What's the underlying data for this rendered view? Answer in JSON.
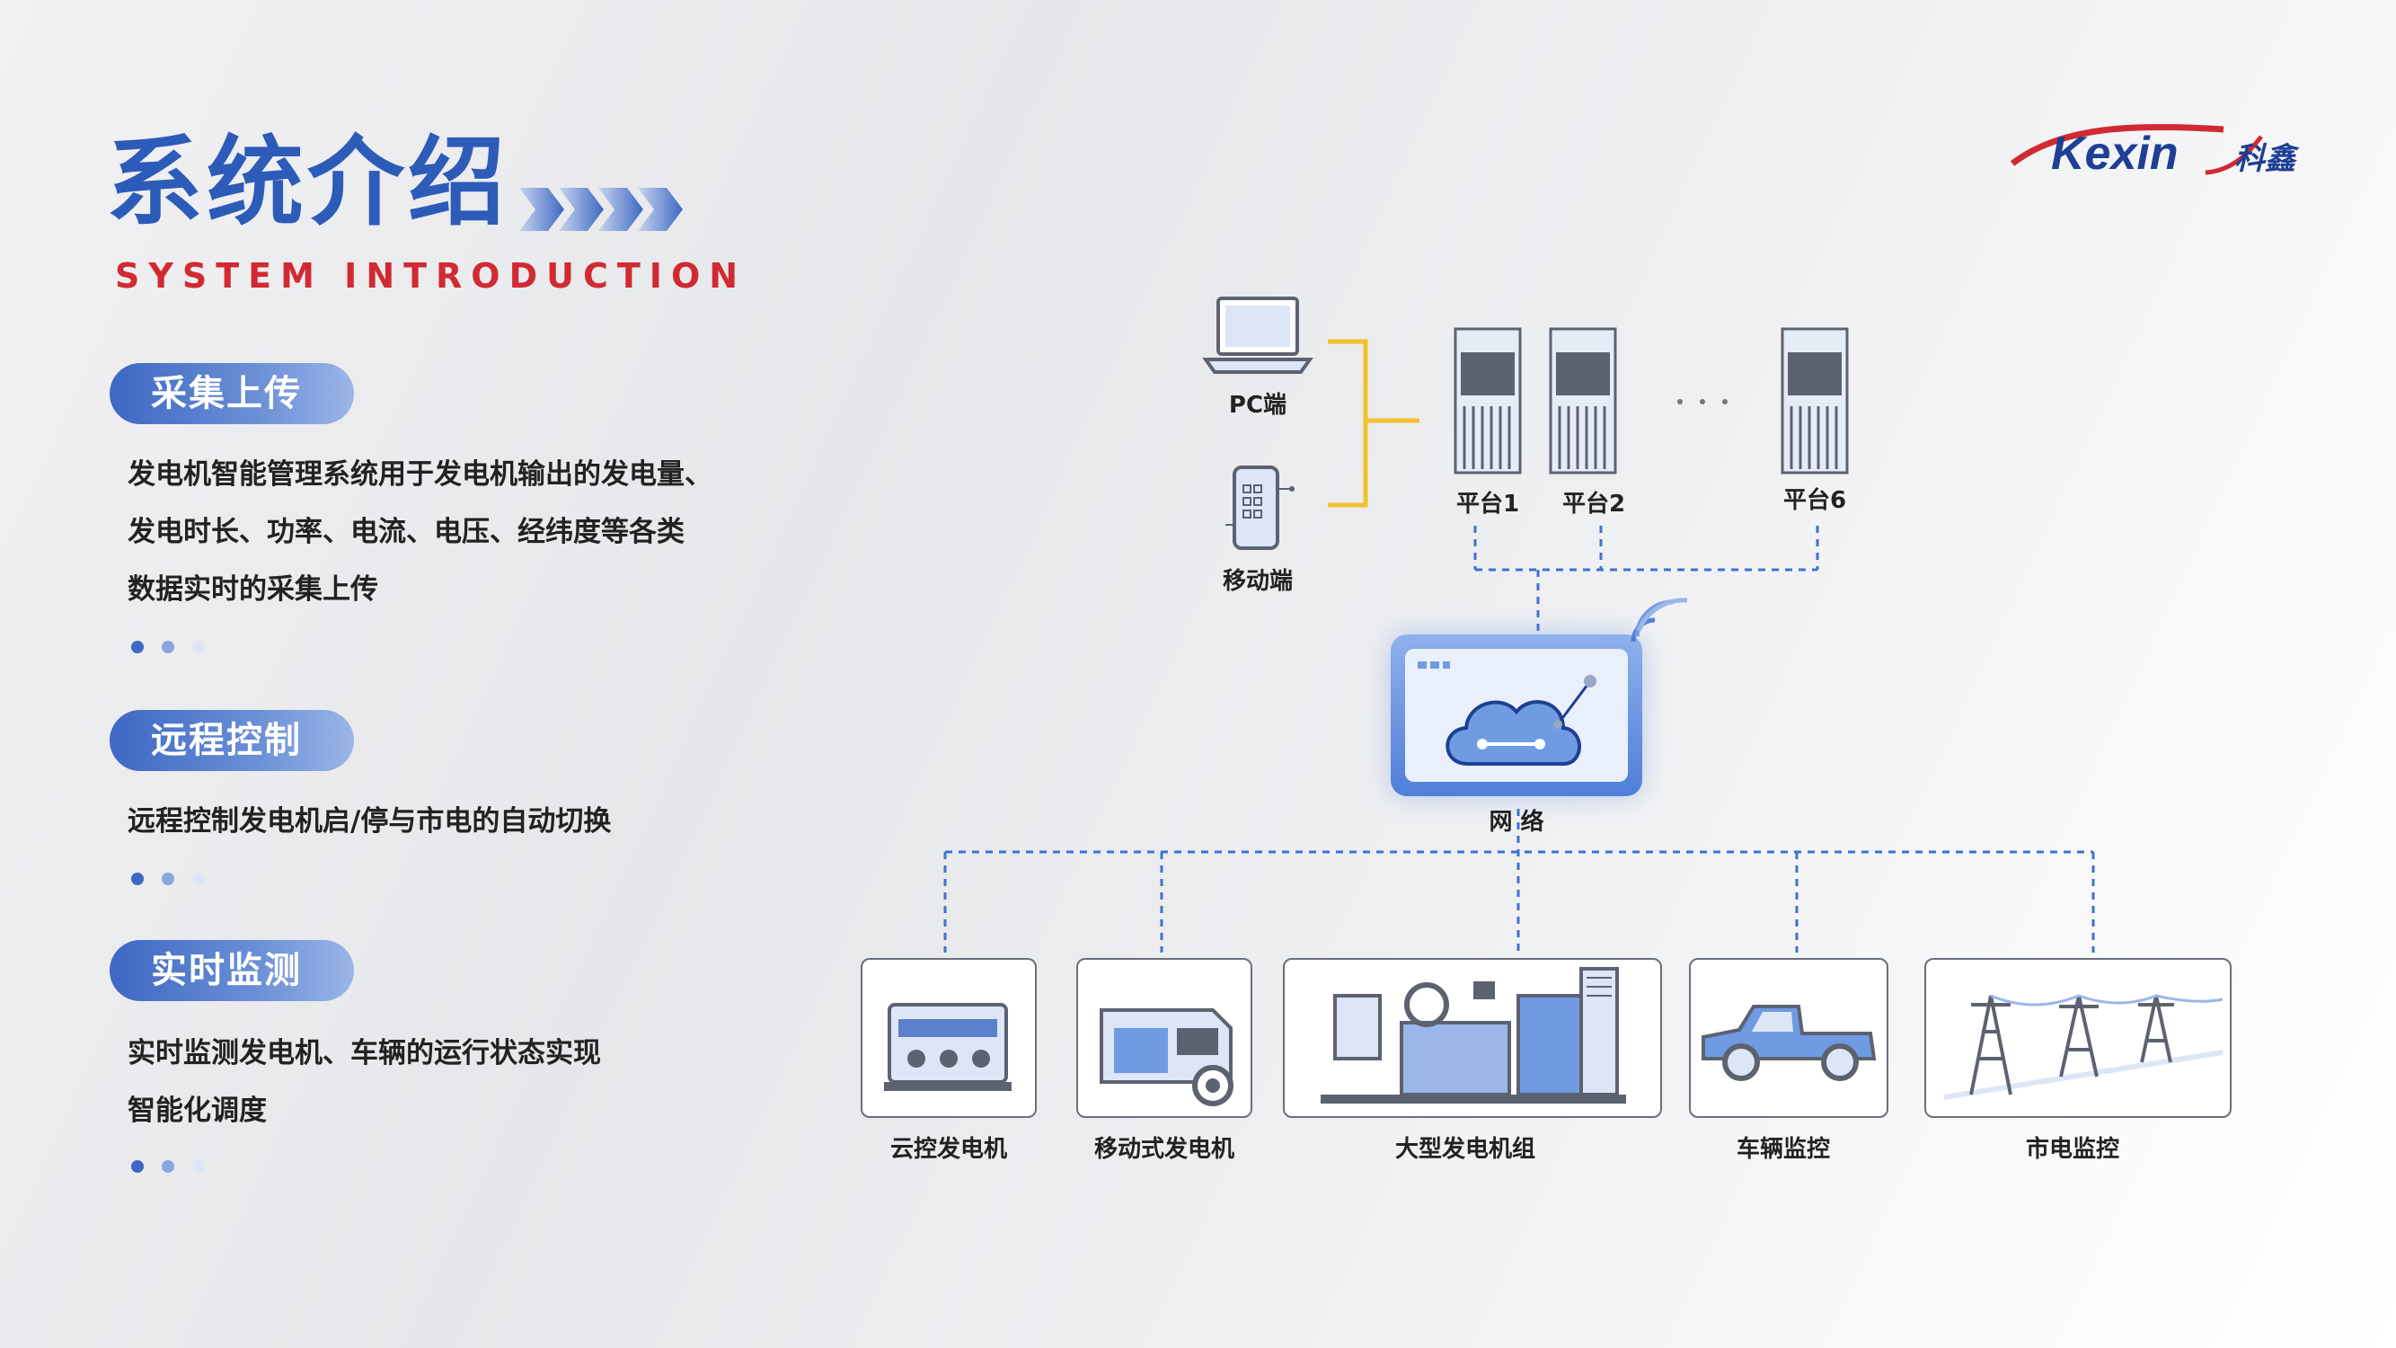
{
  "header": {
    "title": "系统介绍",
    "subtitle": "SYSTEM INTRODUCTION",
    "brand": "Kexin",
    "brand_cn": "科鑫"
  },
  "sections": [
    {
      "pill": "采集上传",
      "text_lines": [
        "发电机智能管理系统用于发电机输出的发电量、",
        "发电时长、功率、电流、电压、经纬度等各类",
        "数据实时的采集上传"
      ]
    },
    {
      "pill": "远程控制",
      "text_lines": [
        "远程控制发电机启/停与市电的自动切换"
      ]
    },
    {
      "pill": "实时监测",
      "text_lines": [
        "实时监测发电机、车辆的运行状态实现",
        "智能化调度"
      ]
    }
  ],
  "diagram": {
    "pc": "PC端",
    "mobile": "移动端",
    "servers": [
      "平台1",
      "平台2",
      "平台6"
    ],
    "network": "网 络",
    "devices": [
      "云控发电机",
      "移动式发电机",
      "大型发电机组",
      "车辆监控",
      "市电监控"
    ]
  },
  "colors": {
    "accent": "#2d5bb8",
    "red": "#d12a32",
    "yellow": "#f2c12e",
    "dash": "#3d72d1"
  }
}
